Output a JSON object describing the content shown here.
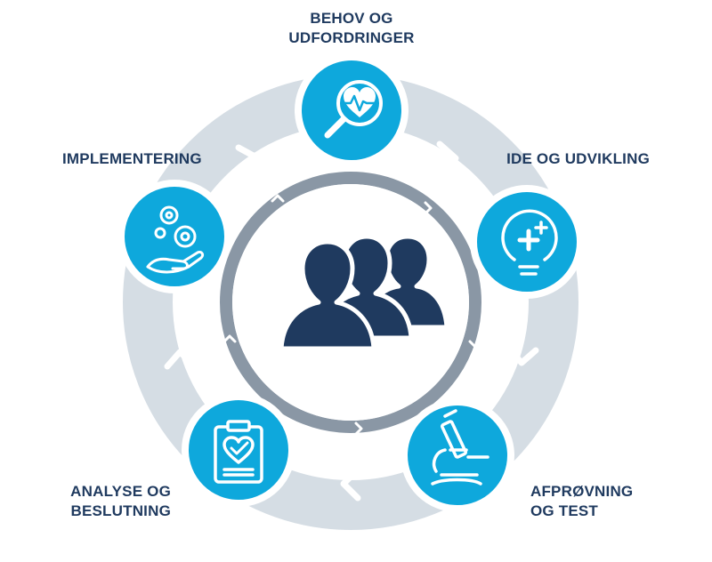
{
  "colors": {
    "outer_ring": "#d5dde4",
    "inner_ring": "#8a97a5",
    "node_fill": "#0ea8dc",
    "node_border": "#ffffff",
    "people": "#1f3a5f",
    "label_text": "#1f3a5f",
    "chevron": "#ffffff"
  },
  "center": {
    "icon": "people-group-icon"
  },
  "steps": [
    {
      "key": "behov",
      "lines": [
        "BEHOV OG",
        "UDFORDRINGER"
      ],
      "icon": "magnifier-heart-icon"
    },
    {
      "key": "ide",
      "lines": [
        "IDE OG UDVIKLING"
      ],
      "icon": "lightbulb-plus-icon"
    },
    {
      "key": "afproevning",
      "lines": [
        "AFPRØVNING",
        "OG TEST"
      ],
      "icon": "microscope-icon"
    },
    {
      "key": "analyse",
      "lines": [
        "ANALYSE OG",
        "BESLUTNING"
      ],
      "icon": "clipboard-check-icon"
    },
    {
      "key": "implementering",
      "lines": [
        "IMPLEMENTERING"
      ],
      "icon": "hand-gears-icon"
    }
  ]
}
